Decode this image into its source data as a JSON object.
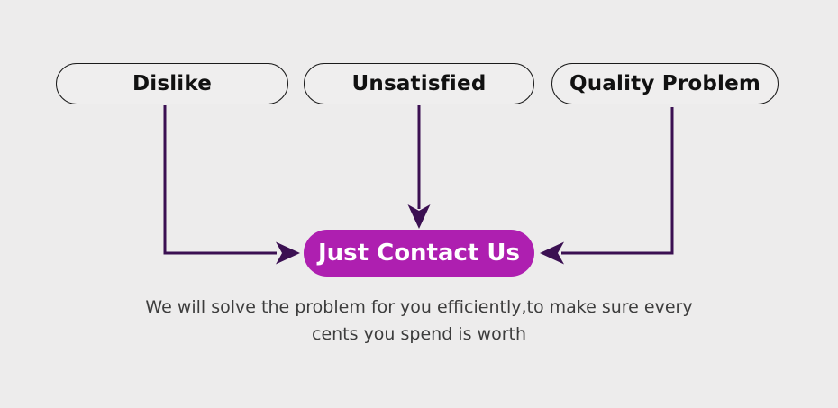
{
  "colors": {
    "background": "#edecec",
    "pill_border": "#1b1b1b",
    "pill_fill": "#efeeee",
    "arrow": "#3b1052",
    "accent_purple": "#ae1fb0",
    "cta_text": "#ffffff",
    "tagline_text": "#3d3d3d"
  },
  "diagram": {
    "causes": [
      {
        "label": "Dislike"
      },
      {
        "label": "Unsatisfied"
      },
      {
        "label": "Quality Problem"
      }
    ],
    "cta": {
      "label": "Just Contact Us"
    },
    "tagline": {
      "line1": "We will solve the problem for you efficiently,to make sure every",
      "line2": "cents you spend is worth"
    }
  }
}
